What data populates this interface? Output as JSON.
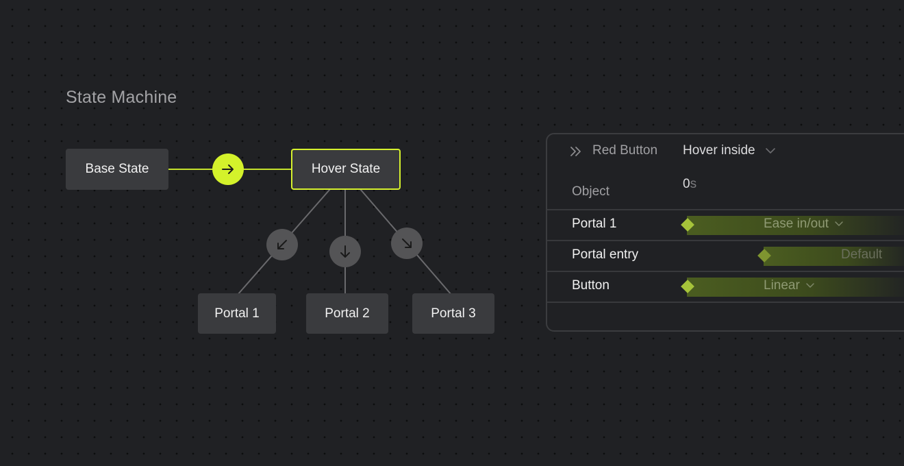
{
  "title": "State Machine",
  "colors": {
    "accent": "#d4f22b",
    "node_bg": "#3a3b3e",
    "canvas_bg": "#202124"
  },
  "state_machine": {
    "base_state": "Base State",
    "hover_state": "Hover State",
    "portals": [
      "Portal 1",
      "Portal 2",
      "Portal 3"
    ],
    "transition_icons": [
      "arrow-right-icon",
      "arrow-down-left-icon",
      "arrow-down-icon",
      "arrow-down-right-icon"
    ]
  },
  "panel": {
    "object_name": "Red Button",
    "state": "Hover inside",
    "object_label": "Object",
    "time_value": "0",
    "time_unit": "s",
    "rows": [
      {
        "label": "Portal 1",
        "ease": "Ease in/out",
        "has_dropdown": true
      },
      {
        "label": "Portal entry",
        "ease": "Default",
        "has_dropdown": false
      },
      {
        "label": "Button",
        "ease": "Linear",
        "has_dropdown": true
      }
    ]
  }
}
